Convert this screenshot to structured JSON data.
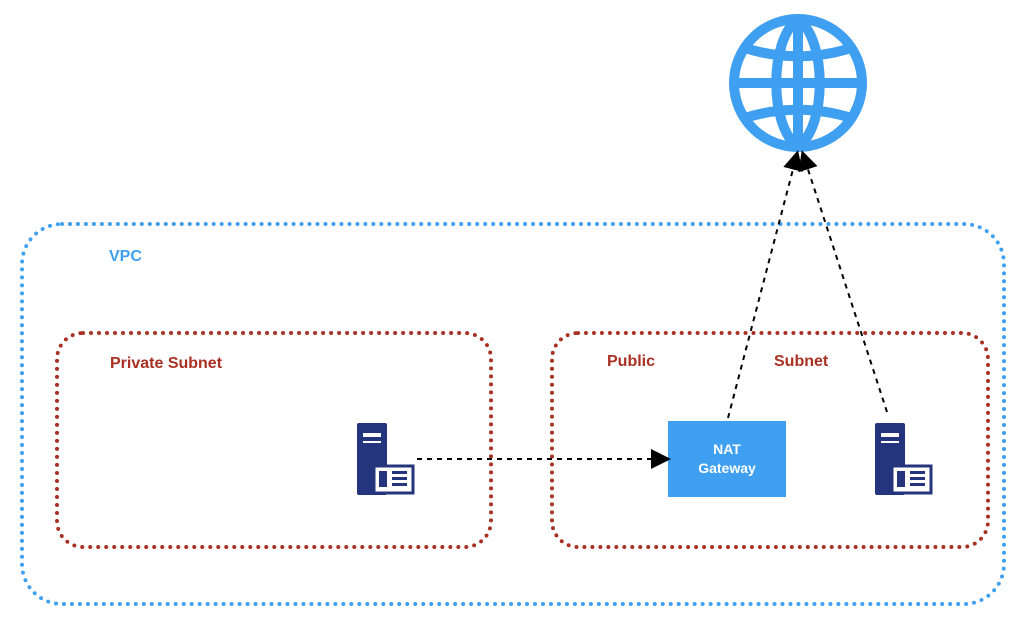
{
  "diagram": {
    "labels": {
      "vpc": "VPC",
      "private_subnet": "Private Subnet",
      "public_subnet_part_1": "Public",
      "public_subnet_part_2": "Subnet"
    },
    "nat_gateway": {
      "line1": "NAT",
      "line2": "Gateway"
    },
    "icons": {
      "globe": "globe-icon",
      "private_server": "server-icon",
      "public_server": "server-icon"
    },
    "colors": {
      "vpc": "#3f9ff0",
      "subnet": "#a83123",
      "globe": "#3f9ff0",
      "server": "#24357d",
      "nat": "#3f9ff0"
    }
  }
}
